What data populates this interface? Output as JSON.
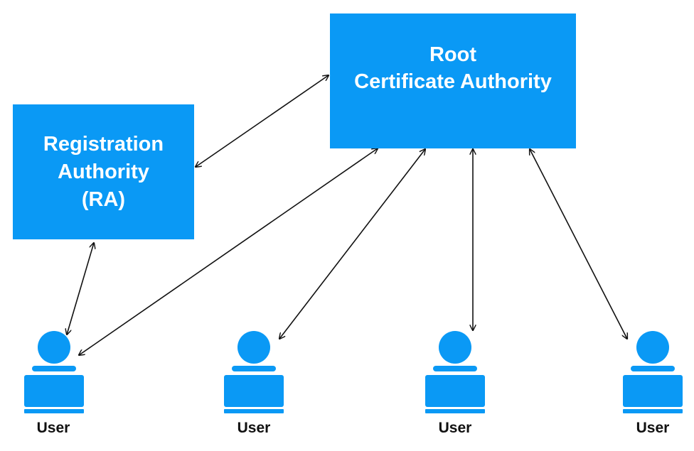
{
  "root_ca": {
    "line1": "Root",
    "line2": "Certificate Authority"
  },
  "ra": {
    "line1": "Registration",
    "line2": "Authority",
    "line3": "(RA)"
  },
  "users": [
    {
      "label": "User"
    },
    {
      "label": "User"
    },
    {
      "label": "User"
    },
    {
      "label": "User"
    }
  ],
  "colors": {
    "box_fill": "#0a99f5",
    "box_text": "#ffffff",
    "user_icon": "#0a99f5",
    "arrow": "#111111"
  },
  "icons": {
    "user": "user-at-laptop-icon"
  }
}
